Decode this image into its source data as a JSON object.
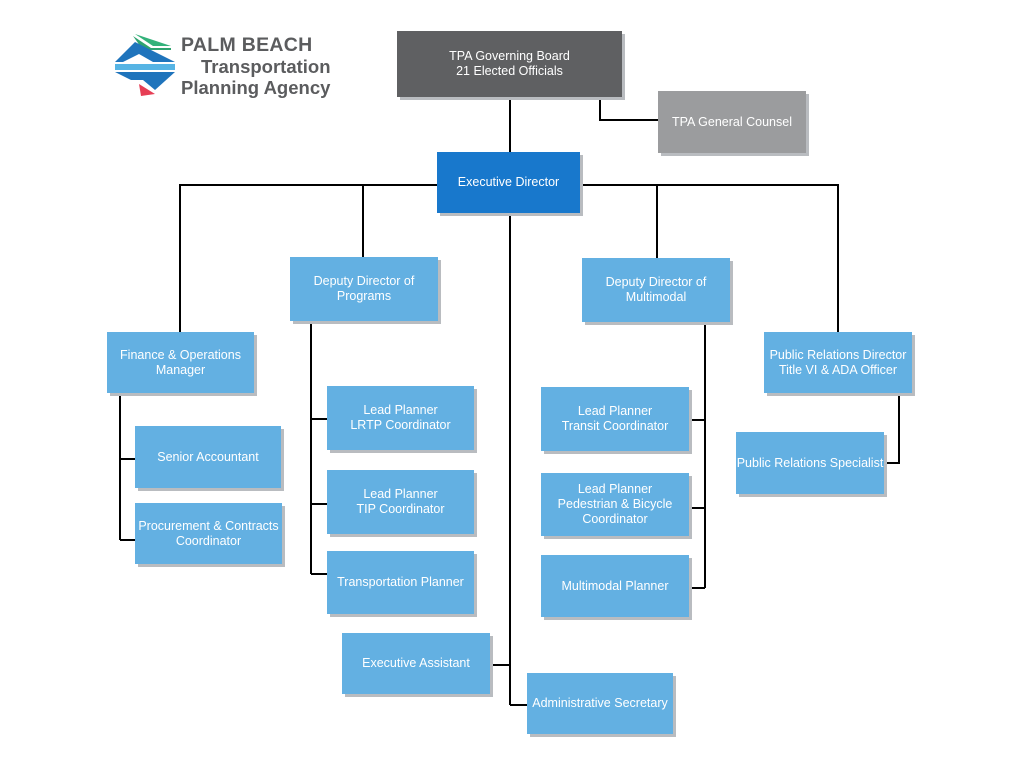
{
  "logo": {
    "line1": "PALM BEACH",
    "line2": "Transportation",
    "line3": "Planning Agency"
  },
  "colors": {
    "box_light": "#63b0e2",
    "box_executive": "#1878cc",
    "box_board": "#5f6062",
    "box_counsel": "#9b9c9e",
    "connector": "#000000",
    "logo_green": "#33b27a",
    "logo_blue": "#1f74bc",
    "logo_red": "#e63e55",
    "logo_text": "#5b5c5e"
  },
  "boxes": {
    "governing_board": {
      "line1": "TPA Governing Board",
      "line2": "21 Elected Officials"
    },
    "general_counsel": {
      "line1": "TPA General Counsel"
    },
    "executive_director": {
      "line1": "Executive Director"
    },
    "deputy_programs": {
      "line1": "Deputy Director of",
      "line2": "Programs"
    },
    "deputy_multimodal": {
      "line1": "Deputy Director of",
      "line2": "Multimodal"
    },
    "finance_manager": {
      "line1": "Finance & Operations",
      "line2": "Manager"
    },
    "senior_accountant": {
      "line1": "Senior Accountant"
    },
    "procurement": {
      "line1": "Procurement & Contracts",
      "line2": "Coordinator"
    },
    "lead_lrtp": {
      "line1": "Lead Planner",
      "line2": "LRTP Coordinator"
    },
    "lead_tip": {
      "line1": "Lead Planner",
      "line2": "TIP Coordinator"
    },
    "transportation_planner": {
      "line1": "Transportation Planner"
    },
    "lead_transit": {
      "line1": "Lead Planner",
      "line2": "Transit Coordinator"
    },
    "lead_ped_bike": {
      "line1": "Lead Planner",
      "line2": "Pedestrian & Bicycle",
      "line3": "Coordinator"
    },
    "multimodal_planner": {
      "line1": "Multimodal Planner"
    },
    "pr_director": {
      "line1": "Public Relations Director",
      "line2": "Title VI & ADA Officer"
    },
    "pr_specialist": {
      "line1": "Public Relations Specialist"
    },
    "executive_assistant": {
      "line1": "Executive Assistant"
    },
    "admin_secretary": {
      "line1": "Administrative Secretary"
    }
  }
}
